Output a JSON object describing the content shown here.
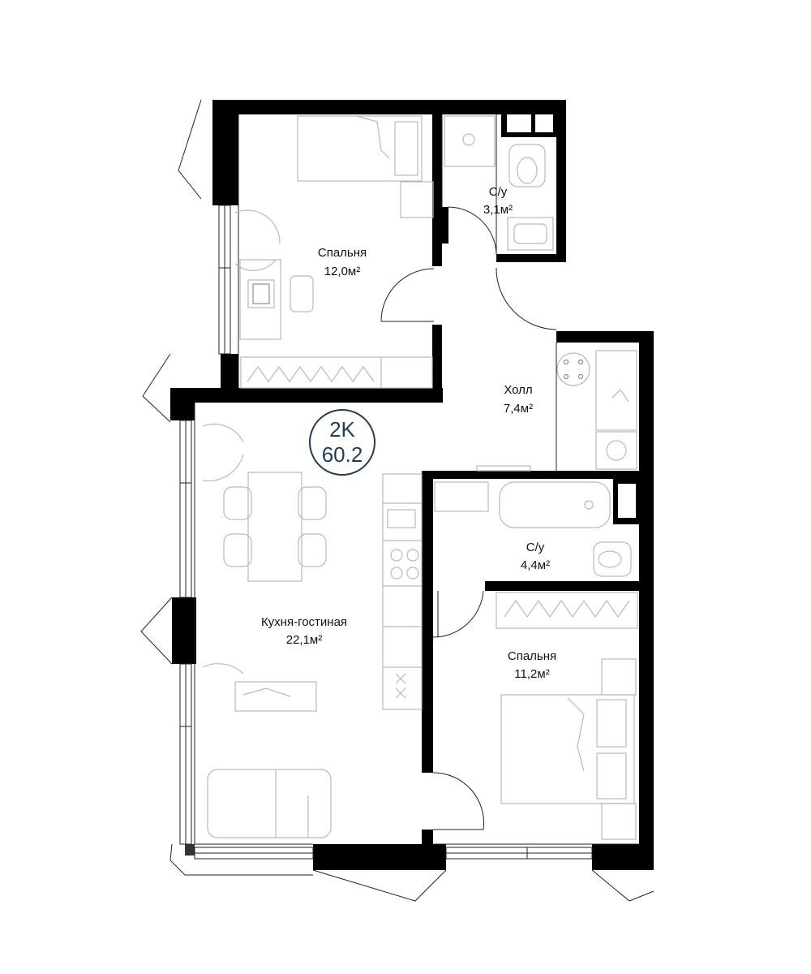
{
  "plan": {
    "type_badge": {
      "rooms": "2K",
      "area": "60.2",
      "color": "#1f3d57"
    },
    "rooms": [
      {
        "id": "bedroom-1",
        "name": "Спальня",
        "area": "12,0м²"
      },
      {
        "id": "bathroom-1",
        "name": "С/у",
        "area": "3,1м²"
      },
      {
        "id": "hall",
        "name": "Холл",
        "area": "7,4м²"
      },
      {
        "id": "kitchen-living",
        "name": "Кухня-гостиная",
        "area": "22,1м²"
      },
      {
        "id": "bathroom-2",
        "name": "С/у",
        "area": "4,4м²"
      },
      {
        "id": "bedroom-2",
        "name": "Спальня",
        "area": "11,2м²"
      }
    ],
    "colors": {
      "wall": "#000000",
      "furniture": "#b9b9b9",
      "badge": "#1f3d57"
    }
  }
}
